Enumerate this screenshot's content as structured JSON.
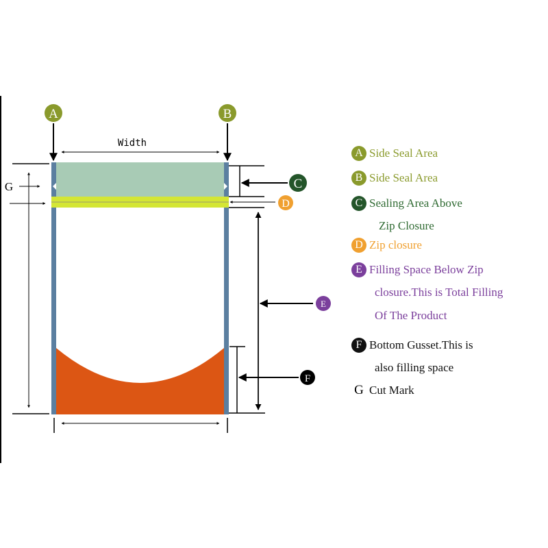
{
  "diagram": {
    "width_label": "Width",
    "markers": {
      "a": "A",
      "b": "B",
      "c": "C",
      "d": "D",
      "e": "E",
      "f": "F",
      "g": "G"
    }
  },
  "legend": [
    {
      "key": "A",
      "lines": [
        "Side Seal Area"
      ],
      "color": "#8a9a2c"
    },
    {
      "key": "B",
      "lines": [
        "Side Seal Area"
      ],
      "color": "#8a9a2c"
    },
    {
      "key": "C",
      "lines": [
        "Sealing Area Above",
        "Zip Closure"
      ],
      "color": "#2f6a32",
      "circle": "#24552a"
    },
    {
      "key": "D",
      "lines": [
        "Zip closure"
      ],
      "color": "#f0a030"
    },
    {
      "key": "E",
      "lines": [
        "Filling Space Below Zip",
        "closure.This is Total Filling",
        "Of The Product"
      ],
      "color": "#7b3f9c"
    },
    {
      "key": "F",
      "lines": [
        "Bottom Gusset.This is",
        "also filling space"
      ],
      "color": "#111111"
    },
    {
      "key": "G",
      "lines": [
        "Cut Mark"
      ],
      "color": "#111111"
    }
  ]
}
